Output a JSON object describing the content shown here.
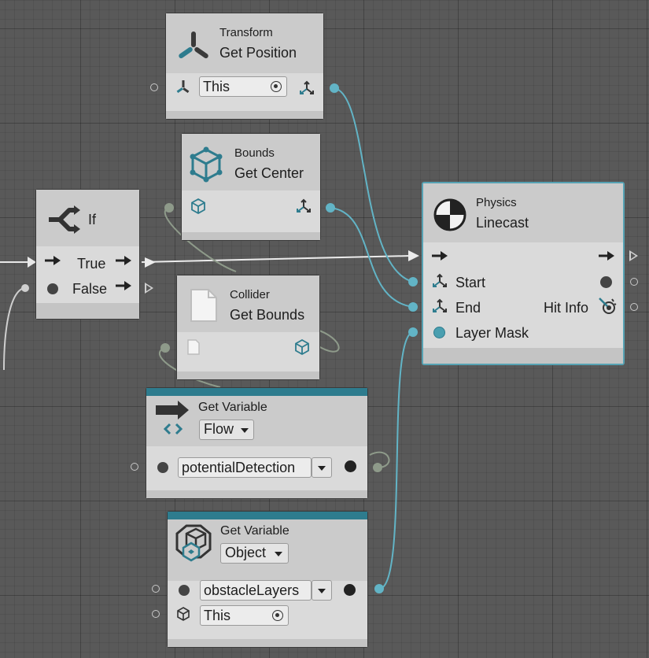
{
  "nodes": {
    "transform": {
      "category": "Transform",
      "title": "Get Position",
      "target": "This"
    },
    "bounds": {
      "category": "Bounds",
      "title": "Get Center"
    },
    "if": {
      "title": "If",
      "true_label": "True",
      "false_label": "False"
    },
    "collider": {
      "category": "Collider",
      "title": "Get Bounds"
    },
    "physics": {
      "category": "Physics",
      "title": "Linecast",
      "start_label": "Start",
      "end_label": "End",
      "hitinfo_label": "Hit Info",
      "layermask_label": "Layer Mask"
    },
    "getvar_flow": {
      "title": "Get Variable",
      "kind": "Flow",
      "name": "potentialDetection"
    },
    "getvar_object": {
      "title": "Get Variable",
      "kind": "Object",
      "name": "obstacleLayers",
      "target": "This"
    }
  },
  "colors": {
    "canvas": "#595959",
    "node_header": "#cbcbcb",
    "node_body": "#dadada",
    "selection": "#56a2b3",
    "wire_teal": "#62b4c6",
    "wire_white": "#e8e8e8",
    "wire_gray": "#8e9a8a",
    "variable_bar": "#2e7c8e"
  }
}
